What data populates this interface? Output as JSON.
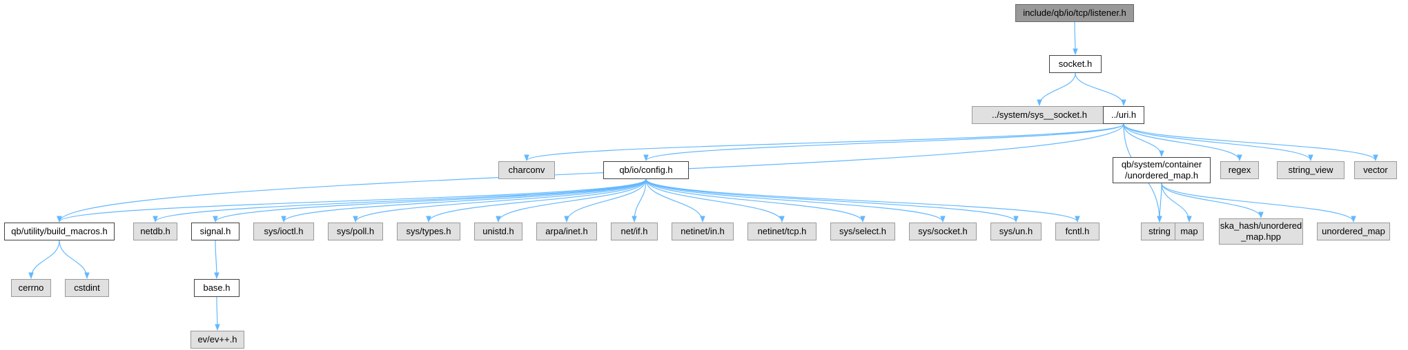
{
  "graph": {
    "nodes": [
      {
        "id": "root",
        "label": "include/qb/io/tcp/listener.h",
        "kind": "root"
      },
      {
        "id": "socket",
        "label": "socket.h",
        "kind": "internal"
      },
      {
        "id": "sys_socket",
        "label": "../system/sys__socket.h",
        "kind": "ext"
      },
      {
        "id": "uri",
        "label": "../uri.h",
        "kind": "internal"
      },
      {
        "id": "charconv",
        "label": "charconv",
        "kind": "ext"
      },
      {
        "id": "config",
        "label": "qb/io/config.h",
        "kind": "internal"
      },
      {
        "id": "unordered_map_h",
        "label": "qb/system/container\n/unordered_map.h",
        "kind": "internal"
      },
      {
        "id": "regex",
        "label": "regex",
        "kind": "ext"
      },
      {
        "id": "string_view",
        "label": "string_view",
        "kind": "ext"
      },
      {
        "id": "vector",
        "label": "vector",
        "kind": "ext"
      },
      {
        "id": "build_macros",
        "label": "qb/utility/build_macros.h",
        "kind": "internal"
      },
      {
        "id": "netdb",
        "label": "netdb.h",
        "kind": "ext"
      },
      {
        "id": "signal",
        "label": "signal.h",
        "kind": "internal"
      },
      {
        "id": "ioctl",
        "label": "sys/ioctl.h",
        "kind": "ext"
      },
      {
        "id": "poll",
        "label": "sys/poll.h",
        "kind": "ext"
      },
      {
        "id": "types",
        "label": "sys/types.h",
        "kind": "ext"
      },
      {
        "id": "unistd",
        "label": "unistd.h",
        "kind": "ext"
      },
      {
        "id": "arpa",
        "label": "arpa/inet.h",
        "kind": "ext"
      },
      {
        "id": "netif",
        "label": "net/if.h",
        "kind": "ext"
      },
      {
        "id": "netin",
        "label": "netinet/in.h",
        "kind": "ext"
      },
      {
        "id": "nettcp",
        "label": "netinet/tcp.h",
        "kind": "ext"
      },
      {
        "id": "select",
        "label": "sys/select.h",
        "kind": "ext"
      },
      {
        "id": "syssock",
        "label": "sys/socket.h",
        "kind": "ext"
      },
      {
        "id": "sysun",
        "label": "sys/un.h",
        "kind": "ext"
      },
      {
        "id": "fcntl",
        "label": "fcntl.h",
        "kind": "ext"
      },
      {
        "id": "string",
        "label": "string",
        "kind": "ext"
      },
      {
        "id": "map",
        "label": "map",
        "kind": "ext"
      },
      {
        "id": "ska",
        "label": "ska_hash/unordered\n_map.hpp",
        "kind": "ext"
      },
      {
        "id": "umap",
        "label": "unordered_map",
        "kind": "ext"
      },
      {
        "id": "cerrno",
        "label": "cerrno",
        "kind": "ext"
      },
      {
        "id": "cstdint",
        "label": "cstdint",
        "kind": "ext"
      },
      {
        "id": "base",
        "label": "base.h",
        "kind": "internal"
      },
      {
        "id": "ev",
        "label": "ev/ev++.h",
        "kind": "ext"
      }
    ],
    "edges": [
      [
        "root",
        "socket"
      ],
      [
        "socket",
        "sys_socket"
      ],
      [
        "socket",
        "uri"
      ],
      [
        "uri",
        "charconv"
      ],
      [
        "uri",
        "config"
      ],
      [
        "uri",
        "build_macros"
      ],
      [
        "uri",
        "unordered_map_h"
      ],
      [
        "uri",
        "regex"
      ],
      [
        "uri",
        "string_view"
      ],
      [
        "uri",
        "vector"
      ],
      [
        "uri",
        "string"
      ],
      [
        "config",
        "build_macros"
      ],
      [
        "config",
        "netdb"
      ],
      [
        "config",
        "signal"
      ],
      [
        "config",
        "ioctl"
      ],
      [
        "config",
        "poll"
      ],
      [
        "config",
        "types"
      ],
      [
        "config",
        "unistd"
      ],
      [
        "config",
        "arpa"
      ],
      [
        "config",
        "netif"
      ],
      [
        "config",
        "netin"
      ],
      [
        "config",
        "nettcp"
      ],
      [
        "config",
        "select"
      ],
      [
        "config",
        "syssock"
      ],
      [
        "config",
        "sysun"
      ],
      [
        "config",
        "fcntl"
      ],
      [
        "unordered_map_h",
        "string"
      ],
      [
        "unordered_map_h",
        "map"
      ],
      [
        "unordered_map_h",
        "ska"
      ],
      [
        "unordered_map_h",
        "umap"
      ],
      [
        "build_macros",
        "cerrno"
      ],
      [
        "build_macros",
        "cstdint"
      ],
      [
        "signal",
        "base"
      ],
      [
        "base",
        "ev"
      ]
    ],
    "colors": {
      "edge": "#63b8ff",
      "root_fill": "#999999",
      "ext_fill": "#e0e0e0",
      "border": "#666666"
    }
  }
}
